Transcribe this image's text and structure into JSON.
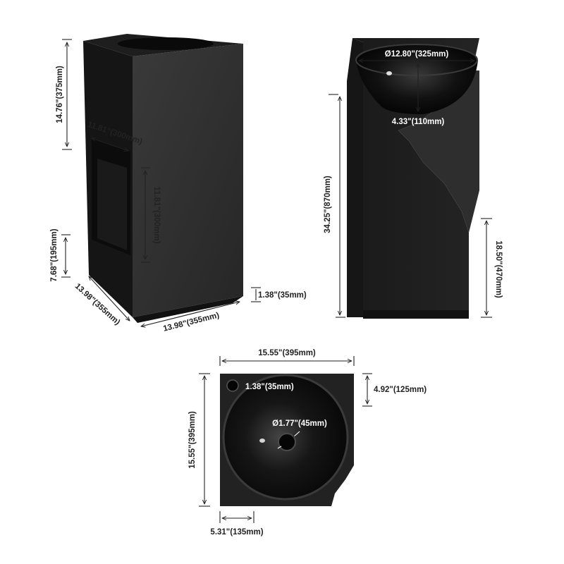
{
  "front_view": {
    "top_height": "14.76\"(375mm)",
    "niche_width": "11.81\"(300mm)",
    "niche_height": "11.81\"(300mm)",
    "lower_height": "7.68\"(195mm)",
    "depth": "13.98\"(355mm)",
    "width": "13.98\"(355mm)",
    "plinth_height": "1.38\"(35mm)"
  },
  "side_view": {
    "bowl_diameter": "Ø12.80\"(325mm)",
    "bowl_depth": "4.33\"(110mm)",
    "total_height": "34.25\"(870mm)",
    "cut_height": "18.50\"(470mm)"
  },
  "top_view": {
    "width": "15.55\"(395mm)",
    "depth": "15.55\"(395mm)",
    "faucet_hole": "1.38\"(35mm)",
    "drain_diameter": "Ø1.77\"(45mm)",
    "right_offset": "4.92\"(125mm)",
    "bottom_offset": "5.31\"(135mm)"
  },
  "colors": {
    "stone_dark": "#1c1c1c",
    "stone_mid": "#2a2a2a",
    "stone_light": "#3a3a3a",
    "dimension_line": "#222222"
  }
}
